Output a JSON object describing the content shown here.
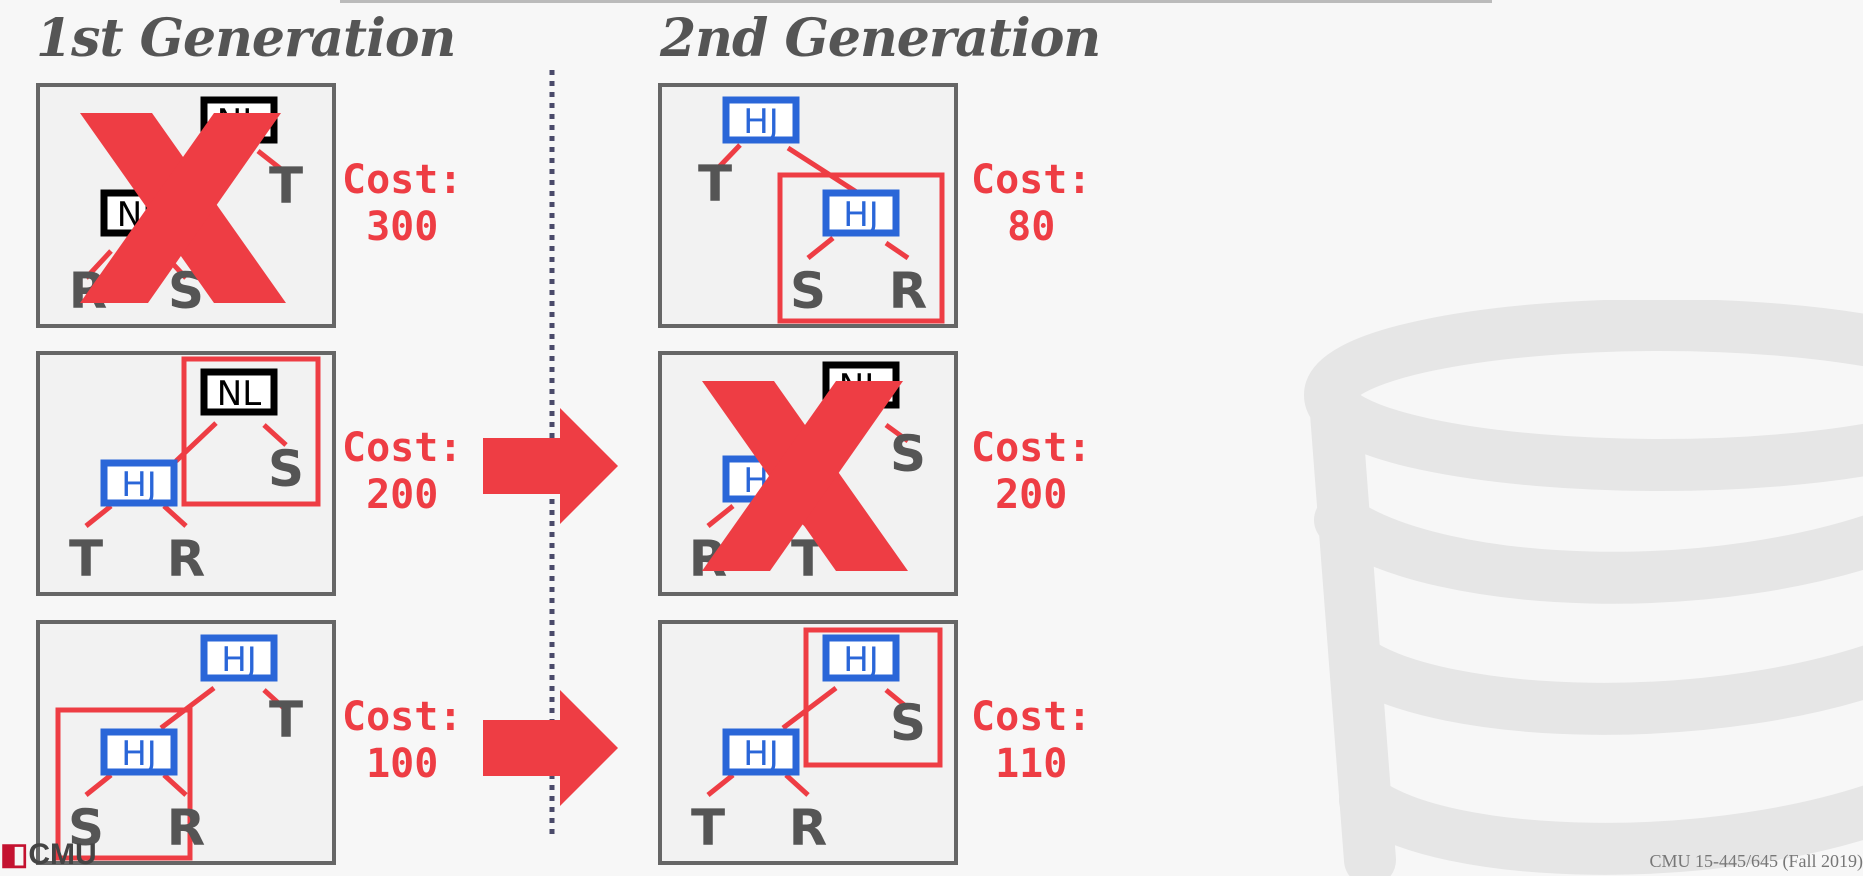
{
  "headings": {
    "first": "1st Generation",
    "second": "2nd Generation"
  },
  "colors": {
    "accent_red": "#ee3d44",
    "hj_blue": "#2a66d8",
    "nl_black": "#000000",
    "frame_gray": "#666666",
    "text_gray": "#555555"
  },
  "plans": {
    "gen1": [
      {
        "cost_label": "Cost:",
        "cost_value": "300",
        "pruned": true,
        "root": "NL",
        "child": "NL",
        "leaf_root": "T",
        "leaf_left": "R",
        "leaf_right": "S"
      },
      {
        "cost_label": "Cost:",
        "cost_value": "200",
        "pruned": false,
        "root": "NL",
        "child": "HJ",
        "leaf_root": "S",
        "leaf_left": "T",
        "leaf_right": "R"
      },
      {
        "cost_label": "Cost:",
        "cost_value": "100",
        "pruned": false,
        "root": "HJ",
        "child": "HJ",
        "leaf_root": "T",
        "leaf_left": "S",
        "leaf_right": "R"
      }
    ],
    "gen2": [
      {
        "cost_label": "Cost:",
        "cost_value": "80",
        "pruned": false,
        "root": "HJ",
        "child": "HJ",
        "leaf_root": "T",
        "leaf_left": "S",
        "leaf_right": "R"
      },
      {
        "cost_label": "Cost:",
        "cost_value": "200",
        "pruned": true,
        "root": "NL",
        "child": "HJ",
        "leaf_root": "S",
        "leaf_left": "R",
        "leaf_right": "T"
      },
      {
        "cost_label": "Cost:",
        "cost_value": "110",
        "pruned": false,
        "root": "HJ",
        "child": "HJ",
        "leaf_root": "S",
        "leaf_left": "T",
        "leaf_right": "R"
      }
    ]
  },
  "footer": {
    "course": "CMU 15-445/645 (Fall 2019)",
    "logo": "CMU"
  }
}
